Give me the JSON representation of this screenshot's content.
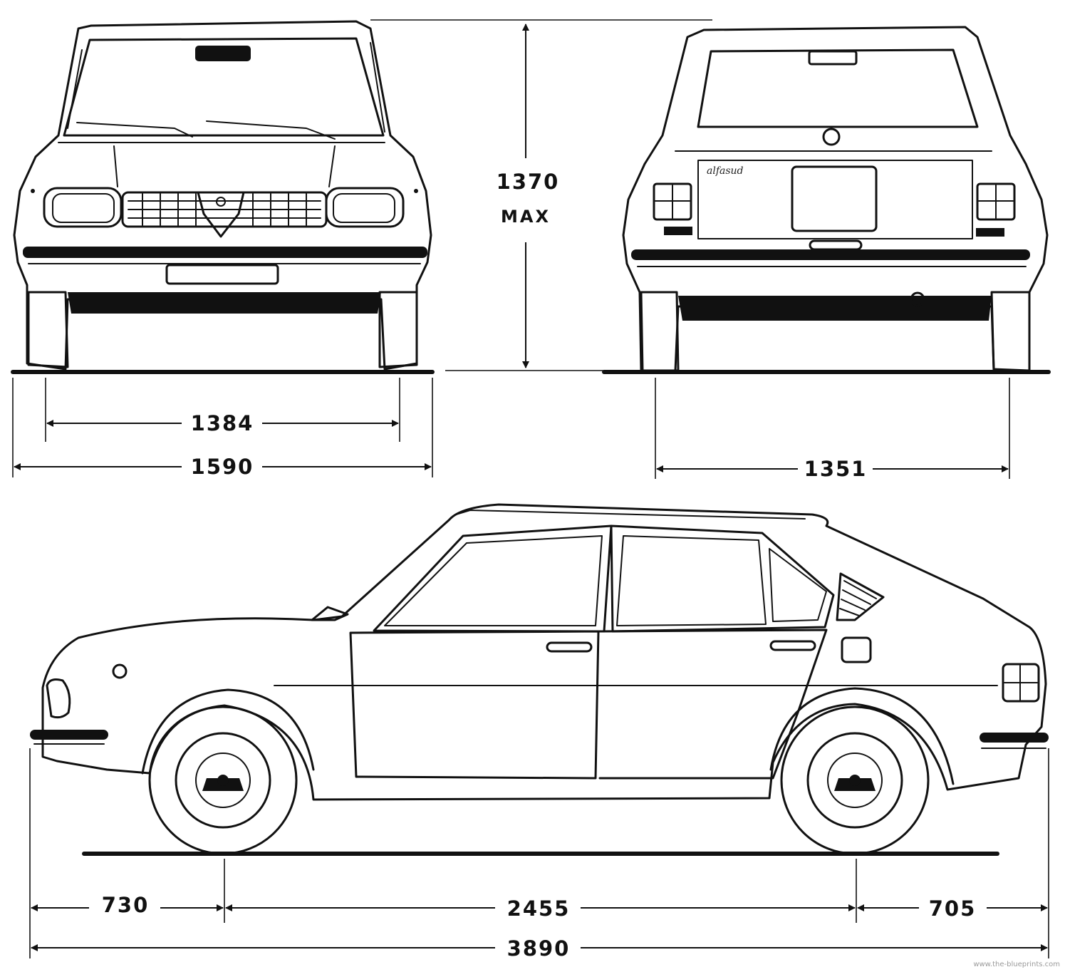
{
  "drawing": {
    "views": [
      "front",
      "rear",
      "side"
    ],
    "badge": "alfasud",
    "watermark": "www.the-blueprints.com",
    "colors": {
      "ink": "#111111",
      "paper": "#ffffff"
    }
  },
  "dimensions": {
    "height": {
      "value": "1370",
      "note": "MAX"
    },
    "front_track": {
      "value": "1384"
    },
    "front_width": {
      "value": "1590"
    },
    "rear_track": {
      "value": "1351"
    },
    "front_overhang": {
      "value": "730"
    },
    "wheelbase": {
      "value": "2455"
    },
    "rear_overhang": {
      "value": "705"
    },
    "length": {
      "value": "3890"
    }
  }
}
